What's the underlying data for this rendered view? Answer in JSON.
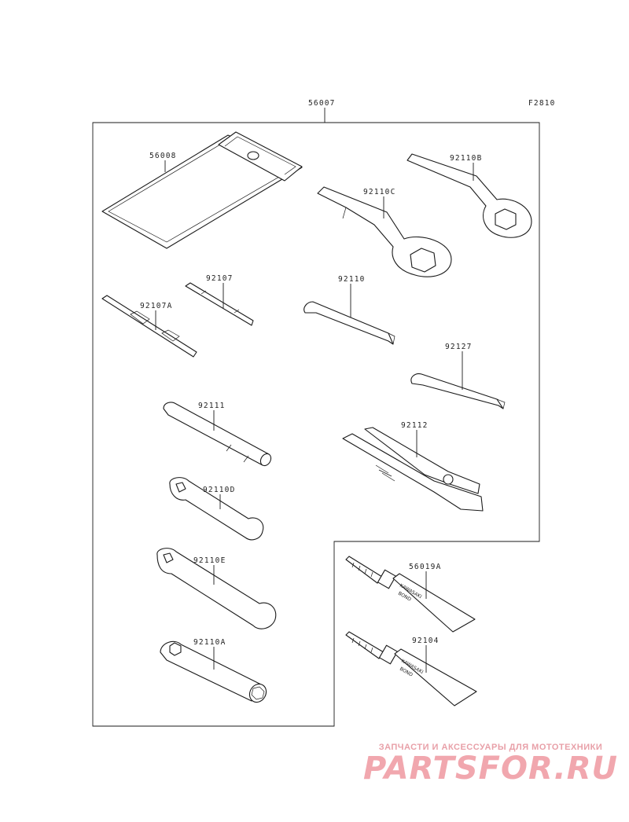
{
  "figure": {
    "code": "F2810",
    "kit_part": "56007"
  },
  "parts": {
    "p56008": "56008",
    "p92110B": "92110B",
    "p92110C": "92110C",
    "p92107": "92107",
    "p92107A": "92107A",
    "p92110": "92110",
    "p92127": "92127",
    "p92111": "92111",
    "p92112": "92112",
    "p92110D": "92110D",
    "p92110E": "92110E",
    "p92110A": "92110A",
    "p56019A": "56019A",
    "p92104": "92104"
  },
  "tube_label": {
    "brand": "KAWASAKI",
    "product": "BOND"
  },
  "watermark": {
    "subtitle": "ЗАПЧАСТИ И АКСЕССУАРЫ ДЛЯ МОТОТЕХНИКИ",
    "logo": "PARTSFOR.RU",
    "color": "#f1a7ae"
  }
}
